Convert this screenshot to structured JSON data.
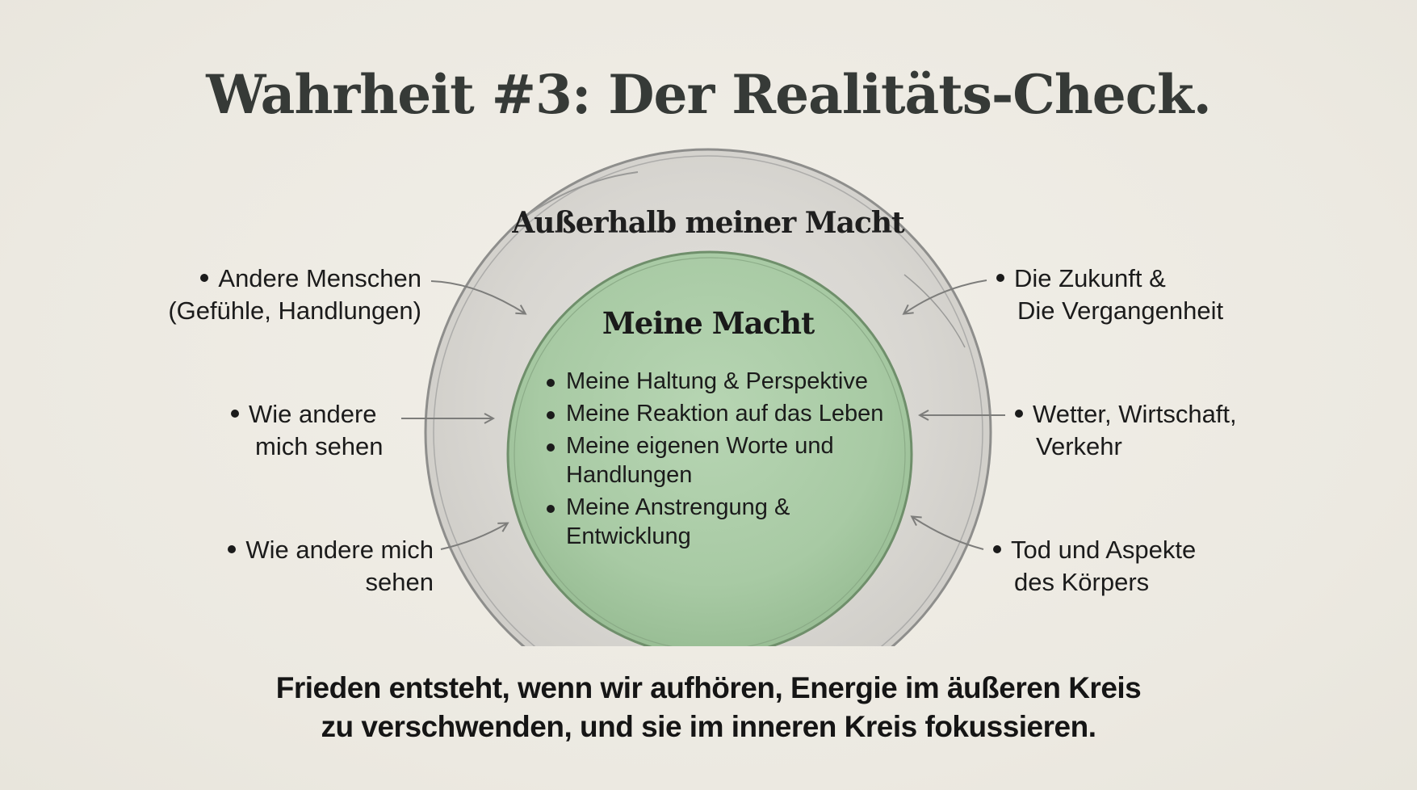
{
  "title": "Wahrheit #3: Der Realitäts-Check.",
  "diagram": {
    "outer_circle": {
      "label": "Außerhalb meiner Macht",
      "color": "#d9d7d2",
      "stroke": "#8e8e8c"
    },
    "inner_circle": {
      "label": "Meine Macht",
      "color": "#a9cca6",
      "stroke": "#6f8f6b",
      "items": [
        "Meine Haltung & Perspektive",
        "Meine Reaktion auf das Leben",
        "Meine eigenen Worte und Handlungen",
        "Meine Anstrengung & Entwicklung"
      ]
    },
    "outside_items": {
      "left": [
        {
          "line1": "Andere Menschen",
          "line2": "(Gefühle, Handlungen)"
        },
        {
          "line1": "Wie andere",
          "line2": "mich sehen"
        },
        {
          "line1": "Wie andere mich",
          "line2": "sehen"
        }
      ],
      "right": [
        {
          "line1": "Die Zukunft &",
          "line2": "Die Vergangenheit"
        },
        {
          "line1": "Wetter, Wirtschaft,",
          "line2": "Verkehr"
        },
        {
          "line1": "Tod und Aspekte",
          "line2": "des Körpers"
        }
      ]
    }
  },
  "footer": {
    "line1": "Frieden entsteht, wenn wir aufhören, Energie im äußeren Kreis",
    "line2": "zu verschwenden, und sie im inneren Kreis fokussieren."
  }
}
